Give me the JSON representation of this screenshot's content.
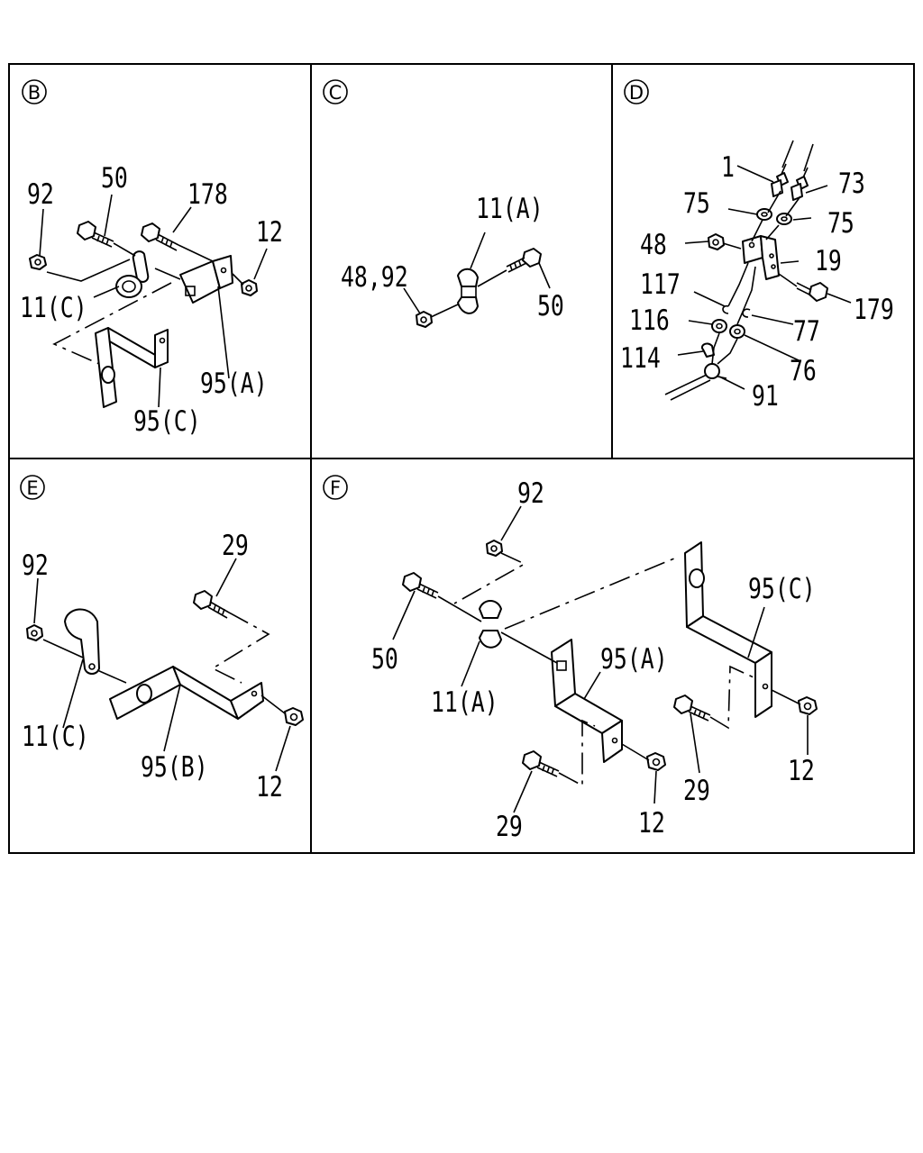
{
  "panels": {
    "B": {
      "letter": "B",
      "callouts": {
        "c92": "92",
        "c50": "50",
        "c178": "178",
        "c12": "12",
        "c11c": "11(C)",
        "c95a": "95(A)",
        "c95c": "95(C)"
      }
    },
    "C": {
      "letter": "C",
      "callouts": {
        "c11a": "11(A)",
        "c4892": "48,92",
        "c50": "50"
      }
    },
    "D": {
      "letter": "D",
      "callouts": {
        "c1": "1",
        "c73": "73",
        "c75a": "75",
        "c75b": "75",
        "c48": "48",
        "c19": "19",
        "c117": "117",
        "c179": "179",
        "c116": "116",
        "c77": "77",
        "c114": "114",
        "c76": "76",
        "c91": "91"
      }
    },
    "E": {
      "letter": "E",
      "callouts": {
        "c29": "29",
        "c92": "92",
        "c11c": "11(C)",
        "c95b": "95(B)",
        "c12": "12"
      }
    },
    "F": {
      "letter": "F",
      "callouts": {
        "c92": "92",
        "c95c": "95(C)",
        "c50": "50",
        "c95a": "95(A)",
        "c11a": "11(A)",
        "c29a": "29",
        "c12a": "12",
        "c29b": "29",
        "c12b": "12"
      }
    }
  }
}
